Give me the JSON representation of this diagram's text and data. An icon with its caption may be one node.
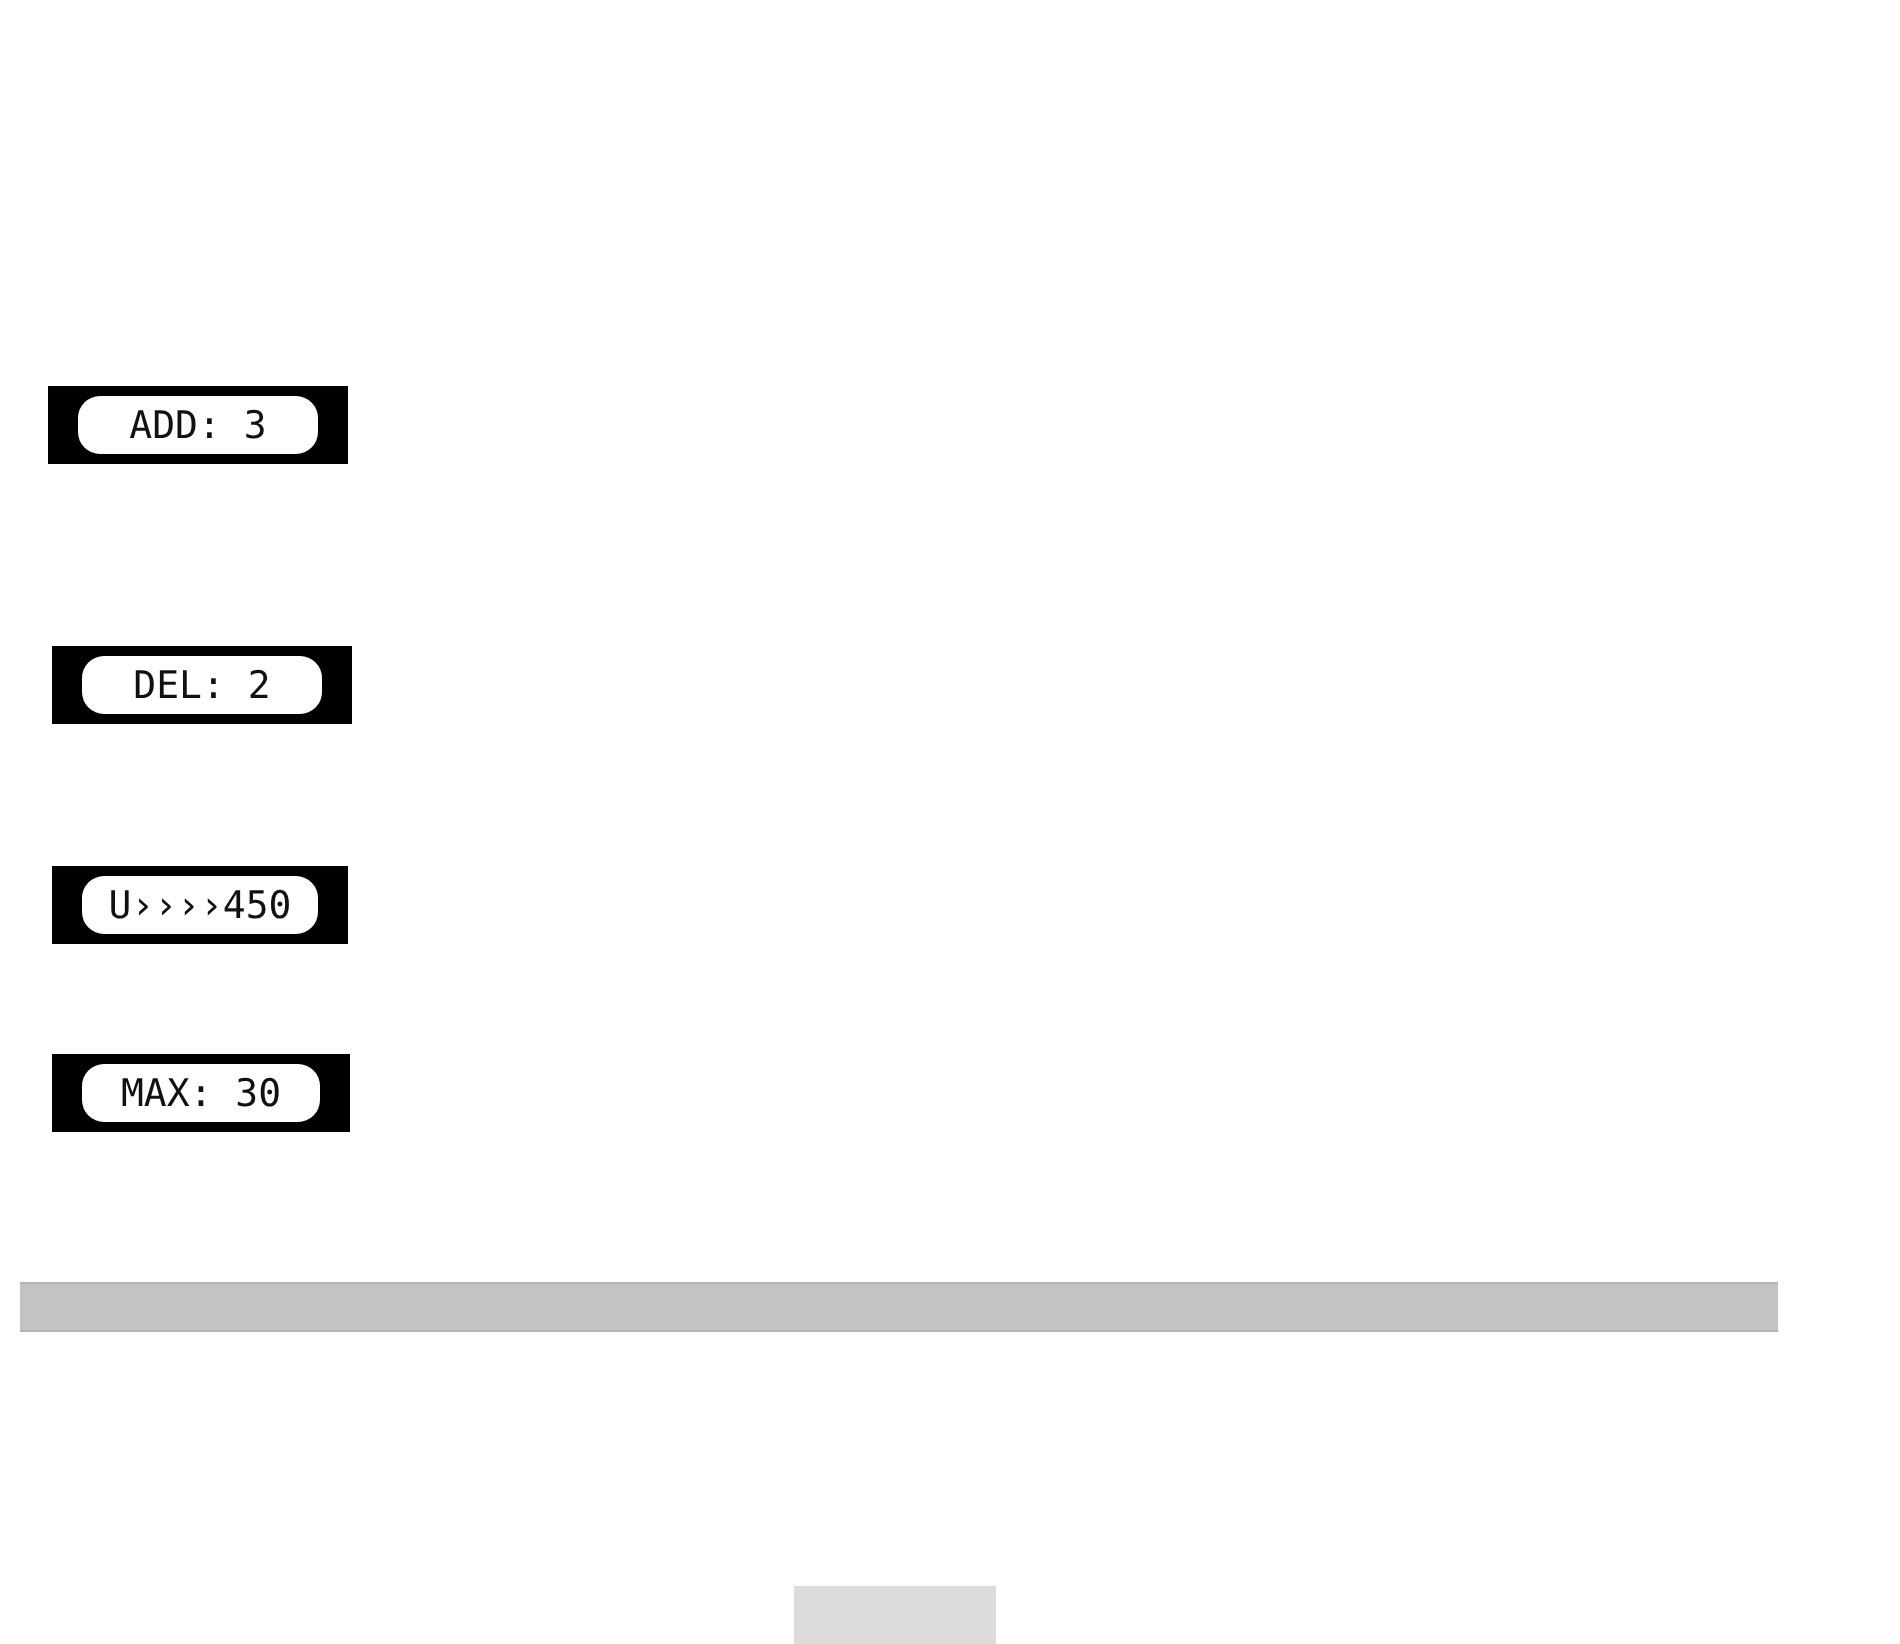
{
  "diagram": {
    "nodes": [
      {
        "text": [
          "ADD: 3"
        ]
      },
      {
        "text": [
          "DEL: 2"
        ]
      },
      {
        "text": [
          "U››››450"
        ]
      },
      {
        "text": [
          "MAX: 30"
        ]
      },
      {
        "text": [],
        "shape": "bar"
      },
      {
        "text": [],
        "shape": "box"
      }
    ]
  }
}
